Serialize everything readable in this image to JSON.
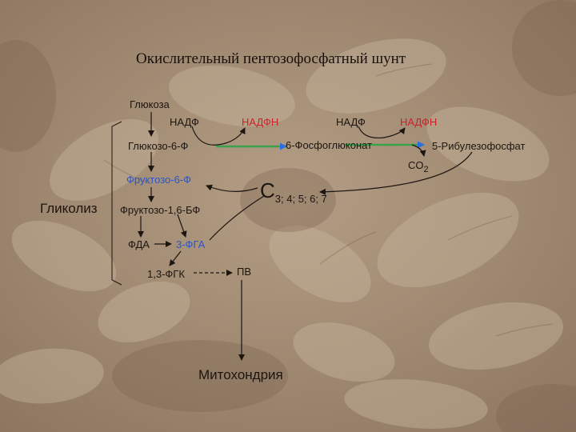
{
  "title": "Окислительный пентозофосфатный шунт",
  "colors": {
    "background": "#a58f77",
    "text": "#1c1510",
    "blue_label": "#2b55c9",
    "green_label": "#2f8a3c",
    "red_label": "#c8232a",
    "arrow_dark": "#1c1510",
    "arrow_green": "#3aa24a",
    "arrow_blue": "#2d6ee0"
  },
  "labels": {
    "glucose": "Глюкоза",
    "nadp_1": "НАДФ",
    "nadph_1": "НАДФН",
    "nadp_2": "НАДФ",
    "nadph_2": "НАДФН",
    "glucose_6p": "Глюкозо-6-Ф",
    "phosphogluconate": "6-Фосфоглюконат",
    "ribulose_5p": "5-Рибулезофосфат",
    "co2_main": "CO",
    "co2_sub": "2",
    "fructose_6p": "Фруктозо-6-Ф",
    "c_main": "C",
    "c_sub": "3; 4; 5; 6; 7",
    "glycolysis": "Гликолиз",
    "fructose_16bp": "Фруктозо-1,6-БФ",
    "fda": "ФДА",
    "three_pga": "3-ФГА",
    "one_three_pgk": "1,3-ФГК",
    "pv": "ПВ",
    "mitochondria": "Митохондрия"
  }
}
